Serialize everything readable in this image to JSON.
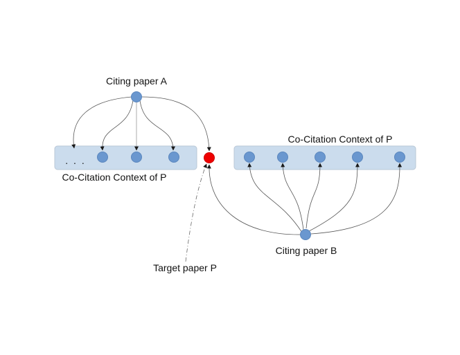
{
  "citing_paper_a": {
    "label": "Citing paper A"
  },
  "citing_paper_b": {
    "label": "Citing paper B"
  },
  "target_paper": {
    "label": "Target paper P"
  },
  "left_context": {
    "label": "Co-Citation Context of P",
    "ellipsis": ". . ."
  },
  "right_context": {
    "label": "Co-Citation Context of P"
  },
  "colors": {
    "node": "#6a97cf",
    "node_stroke": "#5a86bd",
    "target": "#ee0000",
    "context_fill": "#cbdced",
    "edge": "#555555"
  }
}
